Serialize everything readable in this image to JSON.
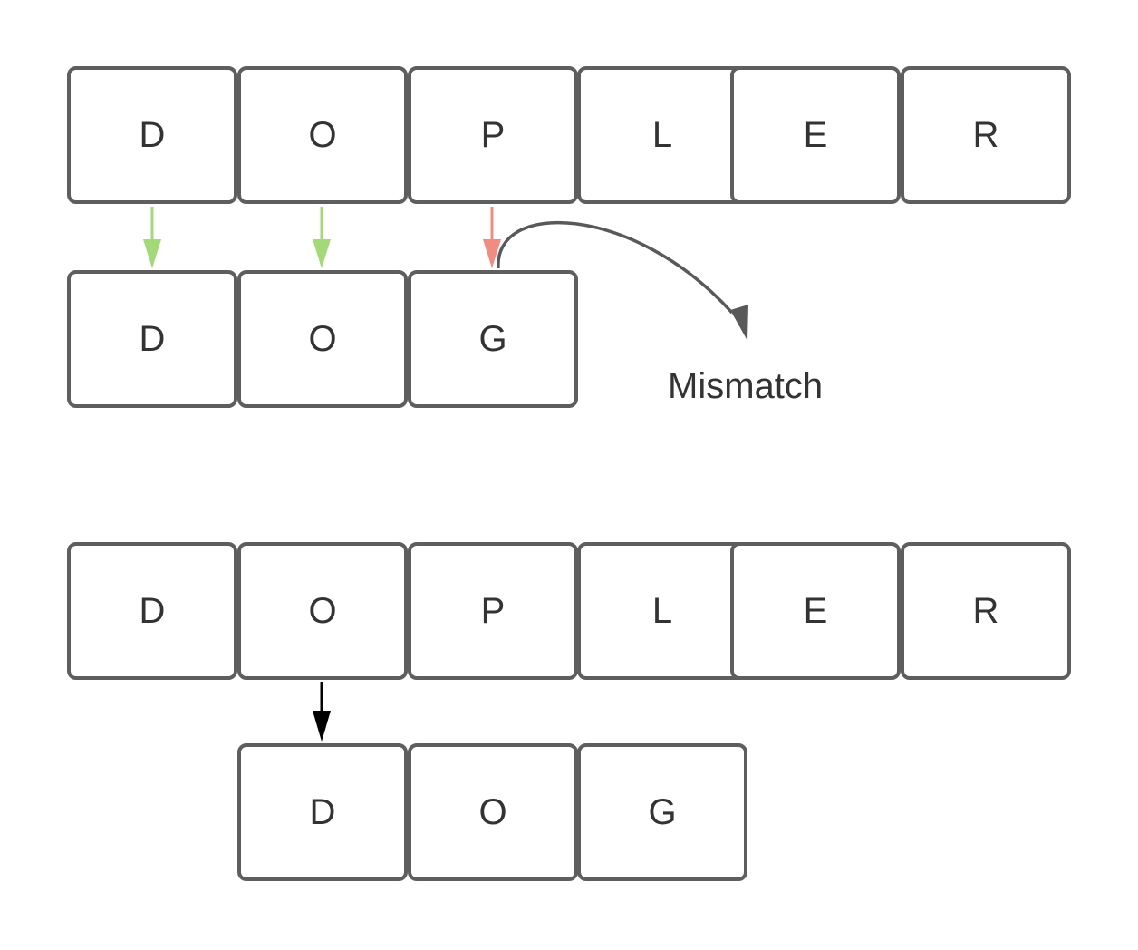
{
  "colors": {
    "match_arrow": "#a3d977",
    "mismatch_arrow": "#f28b82",
    "curve_arrow": "#595959",
    "shift_arrow": "#000000",
    "box_border": "#5e5e5e",
    "text": "#333333"
  },
  "step1": {
    "text_row": [
      "D",
      "O",
      "P",
      "L",
      "E",
      "R"
    ],
    "pattern_row": [
      "D",
      "O",
      "G"
    ],
    "comparisons": [
      "match",
      "match",
      "mismatch"
    ],
    "mismatch_label": "Mismatch"
  },
  "step2": {
    "text_row": [
      "D",
      "O",
      "P",
      "L",
      "E",
      "R"
    ],
    "pattern_row": [
      "D",
      "O",
      "G"
    ]
  }
}
